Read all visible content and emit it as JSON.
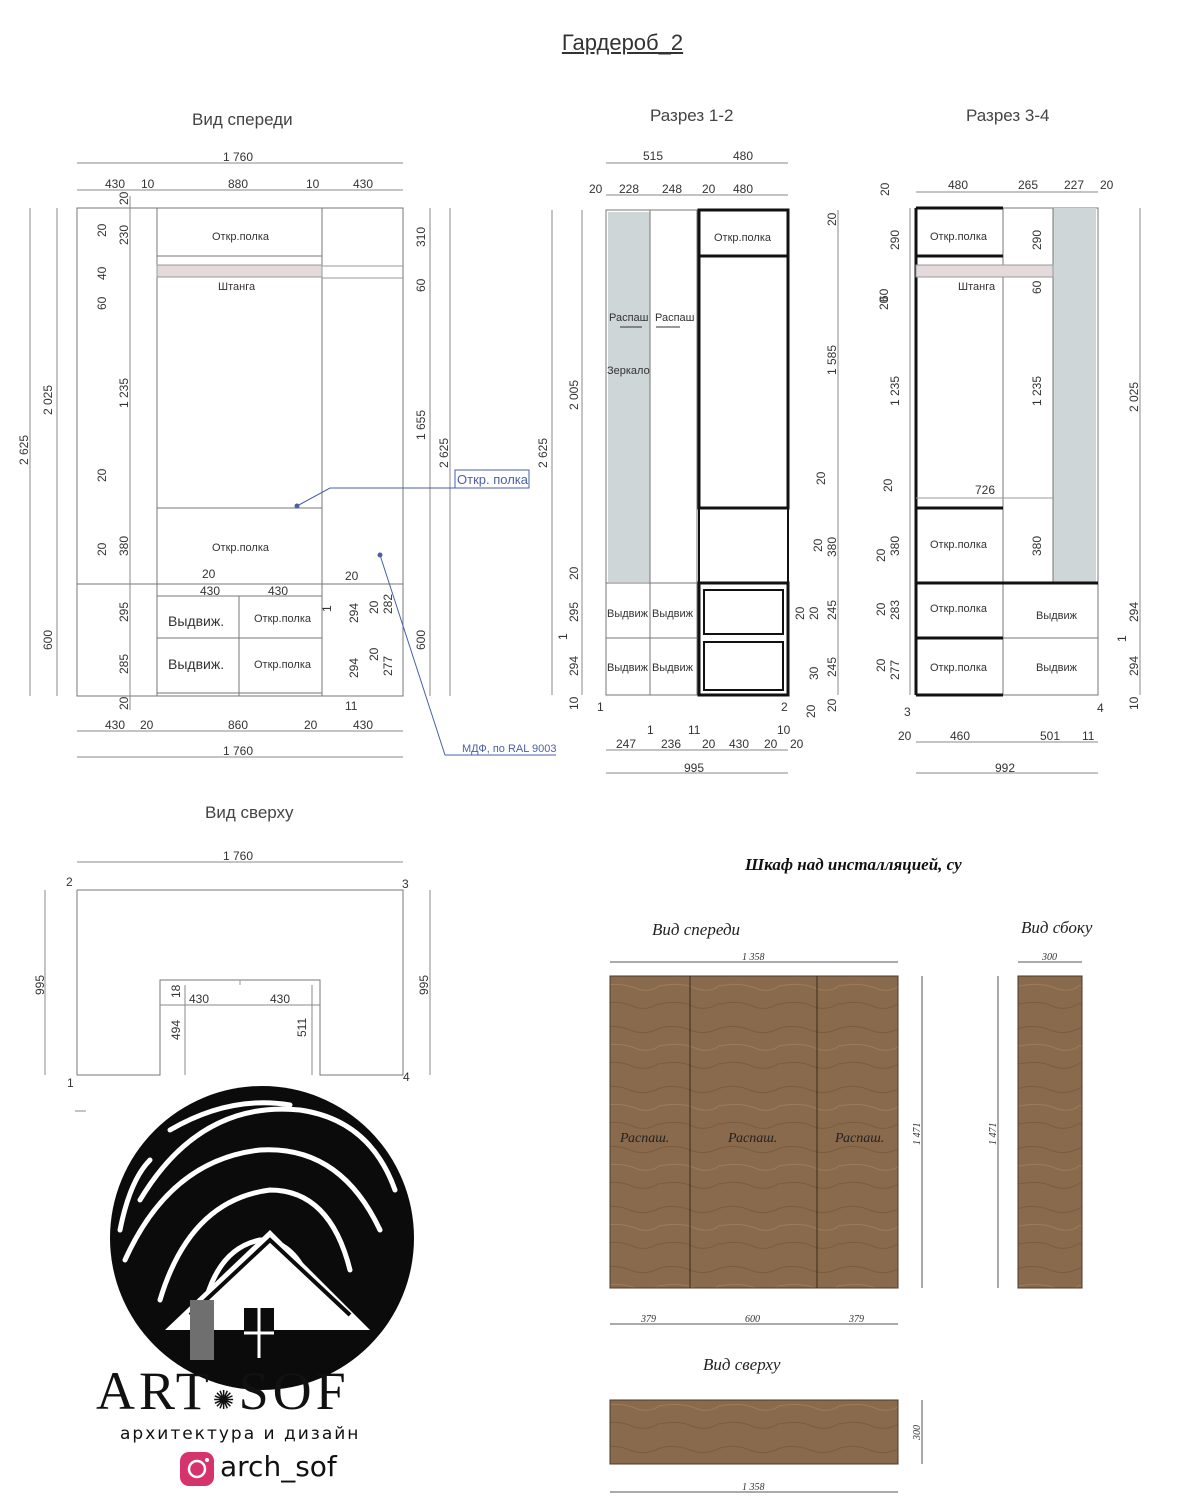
{
  "title": "Гардероб_2",
  "views": {
    "front": "Вид спереди",
    "section12": "Разрез 1-2",
    "section34": "Разрез 3-4",
    "top": "Вид сверху"
  },
  "labels": {
    "open_shelf": "Откр.полка",
    "rod": "Штанга",
    "drawer": "Выдвиж.",
    "drawer_short": "Выдвиж",
    "swing": "Распаш",
    "mirror": "Зеркало",
    "open_shelf_callout": "Откр. полка",
    "mdf_callout": "МДФ, по RAL 9003"
  },
  "front_dims": {
    "top_total": "1 760",
    "top_row": [
      "430",
      "10",
      "880",
      "10",
      "430"
    ],
    "bottom_row": [
      "430",
      "20",
      "860",
      "20",
      "430"
    ],
    "bottom_total": "1 760",
    "left_outer": "2 625",
    "left_inner": "2 025",
    "left_bottom": "600",
    "left_col": [
      "20",
      "230",
      "20",
      "40",
      "60",
      "1 235",
      "20",
      "20",
      "380",
      "295",
      "285",
      "20"
    ],
    "right_col": [
      "310",
      "60",
      "1 655",
      "600"
    ],
    "right_outer": "2 625",
    "drawer_w": [
      "430",
      "430"
    ],
    "shelf_gap": [
      "20",
      "20"
    ],
    "small": [
      "1",
      "294",
      "294",
      "20",
      "282",
      "20",
      "277",
      "11"
    ]
  },
  "s12_dims": {
    "top_a": [
      "515",
      "480"
    ],
    "top_b": [
      "20",
      "228",
      "248",
      "20",
      "480"
    ],
    "left_outer": "2 625",
    "left_col": [
      "2 005",
      "20",
      "295",
      "1",
      "294",
      "10"
    ],
    "right_col": [
      "20",
      "1 585",
      "20",
      "20",
      "380",
      "20",
      "20",
      "245",
      "30",
      "245",
      "20",
      "20"
    ],
    "bottom_a": [
      "1",
      "11",
      "10"
    ],
    "bottom_b": [
      "247",
      "236",
      "20",
      "430",
      "20",
      "20"
    ],
    "bottom_total": "995",
    "markers": [
      "1",
      "2"
    ]
  },
  "s34_dims": {
    "top": [
      "20",
      "480",
      "265",
      "227",
      "20"
    ],
    "left_col": [
      "20",
      "290",
      "60",
      "1 235",
      "20",
      "20",
      "380",
      "20",
      "283",
      "20",
      "277"
    ],
    "mid_col": [
      "290",
      "60",
      "1 235",
      "380"
    ],
    "inner_width": "726",
    "right_col": [
      "2 025",
      "294",
      "1",
      "294",
      "10"
    ],
    "bottom": [
      "20",
      "460",
      "501",
      "11"
    ],
    "bottom_total": "992",
    "markers": [
      "3",
      "4"
    ]
  },
  "top_view": {
    "width": "1 760",
    "depth_left": "995",
    "depth_right": "995",
    "inner": [
      "18",
      "430",
      "430",
      "494",
      "511"
    ],
    "corners": [
      "2",
      "3",
      "1",
      "4"
    ]
  },
  "cabinet": {
    "title": "Шкаф над инсталляцией, су",
    "front": "Вид спереди",
    "side": "Вид сбоку",
    "top": "Вид сверху",
    "door": "Распаш.",
    "width": "1 358",
    "height": "1 471",
    "side_height": "1 471",
    "depth": "300",
    "side_depth": "300",
    "doors": [
      "379",
      "600",
      "379"
    ],
    "top_width": "1 358"
  },
  "logo": {
    "brand": "ART",
    "brand2": "SOF",
    "tagline": "архитектура и дизайн",
    "handle": "arch_sof"
  },
  "colors": {
    "wood": "#8a6a4c",
    "mirror": "#cfd6d8",
    "callout": "#4a5fa8"
  }
}
